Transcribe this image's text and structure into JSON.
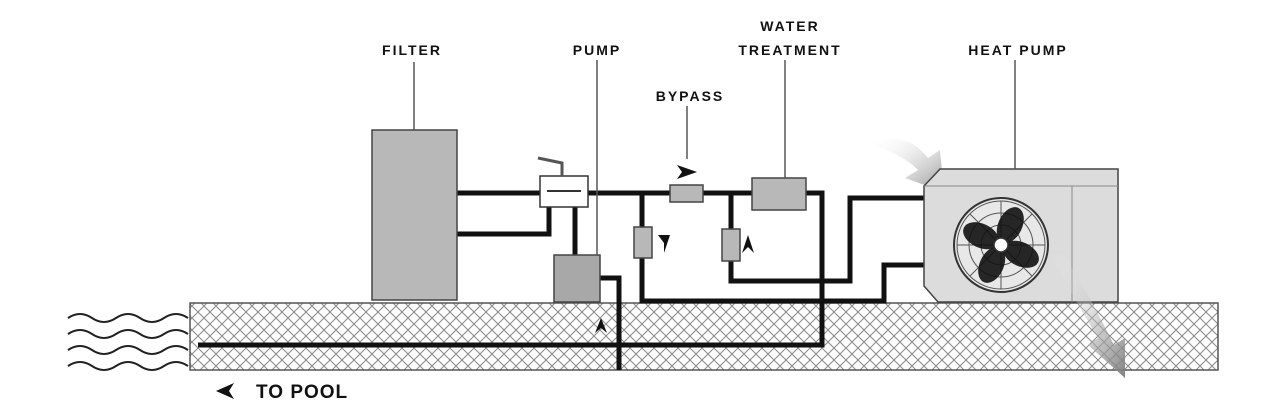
{
  "labels": {
    "filter": "FILTER",
    "pump": "PUMP",
    "bypass": "BYPASS",
    "water_treatment_line1": "WATER",
    "water_treatment_line2": "TREATMENT",
    "heat_pump": "HEAT PUMP",
    "to_pool": "TO POOL"
  },
  "colors": {
    "pipe": "#111111",
    "component_fill": "#b8b8b8",
    "pump_fill": "#a8a8a8",
    "heat_pump_fill": "#dcdcdc",
    "ground_pattern": "#888888",
    "airflow": "#9a9a9a"
  },
  "icons": [
    "water-waves-icon",
    "fan-icon",
    "flow-arrow-icon",
    "airflow-arrow-icon",
    "valve-icon"
  ]
}
